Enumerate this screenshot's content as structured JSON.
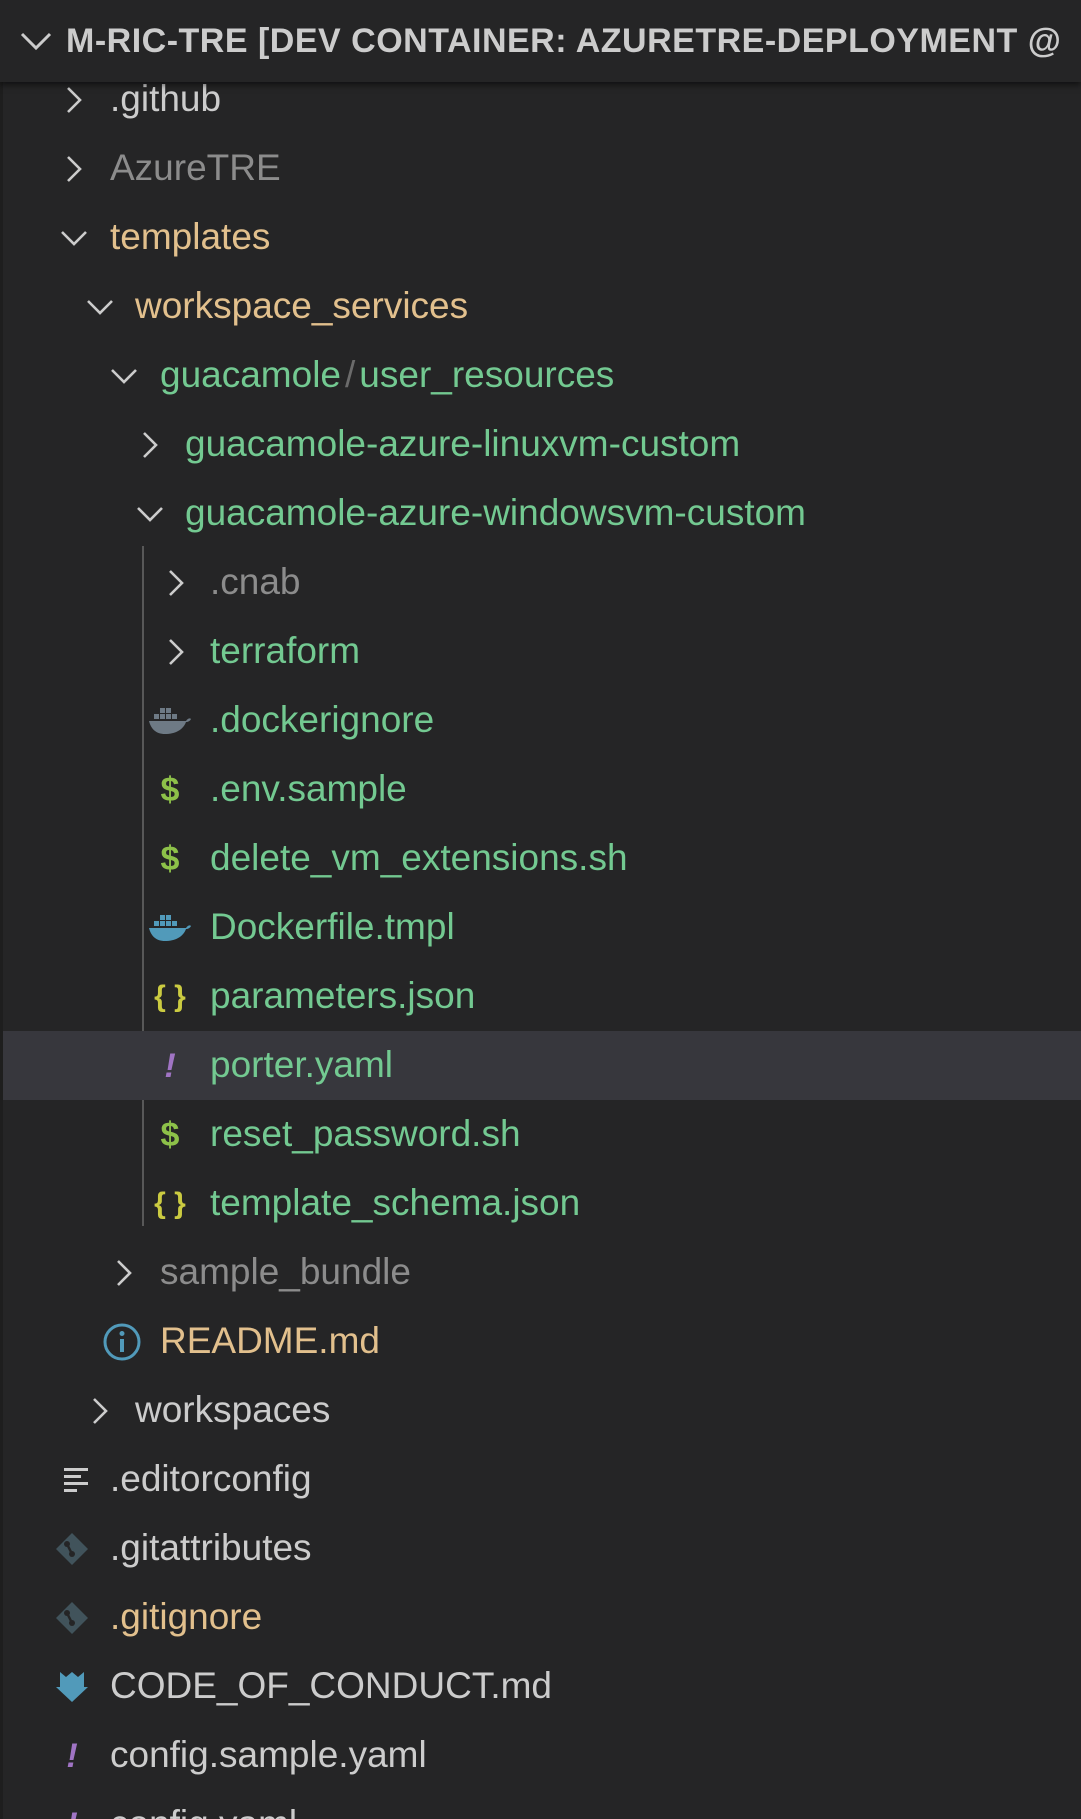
{
  "header": {
    "title": "M-RIC-TRE [DEV CONTAINER: AZURETRE-DEPLOYMENT @",
    "chevron_icon": "chevron-down-icon"
  },
  "colors": {
    "background": "#252526",
    "selected_row": "#37373d",
    "default_text": "#cccccc",
    "ignored_text": "#8c8c8c",
    "modified_text": "#e2c08d",
    "untracked_text": "#73c991",
    "shell_icon": "#8dc149",
    "json_icon": "#cbcb41",
    "yaml_icon": "#a074c4",
    "docker_icon": "#519aba",
    "info_icon": "#519aba"
  },
  "tree": {
    "items": [
      {
        "label": ".github",
        "type": "folder",
        "expanded": false,
        "status": "default"
      },
      {
        "label": "AzureTRE",
        "type": "folder",
        "expanded": false,
        "status": "ignored"
      },
      {
        "label": "templates",
        "type": "folder",
        "expanded": true,
        "status": "modified"
      },
      {
        "label": "workspace_services",
        "type": "folder",
        "expanded": true,
        "status": "modified"
      },
      {
        "label": "guacamole",
        "label_2": "user_resources",
        "separator": "/",
        "type": "folder",
        "expanded": true,
        "status": "untracked"
      },
      {
        "label": "guacamole-azure-linuxvm-custom",
        "type": "folder",
        "expanded": false,
        "status": "untracked"
      },
      {
        "label": "guacamole-azure-windowsvm-custom",
        "type": "folder",
        "expanded": true,
        "status": "untracked"
      },
      {
        "label": ".cnab",
        "type": "folder",
        "expanded": false,
        "status": "ignored"
      },
      {
        "label": "terraform",
        "type": "folder",
        "expanded": false,
        "status": "untracked"
      },
      {
        "label": ".dockerignore",
        "type": "file",
        "icon": "docker-icon",
        "status": "untracked"
      },
      {
        "label": ".env.sample",
        "type": "file",
        "icon": "dollar-shell-icon",
        "glyph": "$",
        "status": "untracked"
      },
      {
        "label": "delete_vm_extensions.sh",
        "type": "file",
        "icon": "dollar-shell-icon",
        "glyph": "$",
        "status": "untracked"
      },
      {
        "label": "Dockerfile.tmpl",
        "type": "file",
        "icon": "docker-icon",
        "status": "untracked"
      },
      {
        "label": "parameters.json",
        "type": "file",
        "icon": "json-braces-icon",
        "glyph": "{ }",
        "status": "untracked"
      },
      {
        "label": "porter.yaml",
        "type": "file",
        "icon": "yaml-exclamation-icon",
        "glyph": "!",
        "status": "untracked",
        "selected": true
      },
      {
        "label": "reset_password.sh",
        "type": "file",
        "icon": "dollar-shell-icon",
        "glyph": "$",
        "status": "untracked"
      },
      {
        "label": "template_schema.json",
        "type": "file",
        "icon": "json-braces-icon",
        "glyph": "{ }",
        "status": "untracked"
      },
      {
        "label": "sample_bundle",
        "type": "folder",
        "expanded": false,
        "status": "ignored"
      },
      {
        "label": "README.md",
        "type": "file",
        "icon": "info-icon",
        "status": "modified"
      },
      {
        "label": "workspaces",
        "type": "folder",
        "expanded": false,
        "status": "default"
      },
      {
        "label": ".editorconfig",
        "type": "file",
        "icon": "lines-config-icon",
        "status": "default"
      },
      {
        "label": ".gitattributes",
        "type": "file",
        "icon": "git-diamond-icon",
        "status": "default"
      },
      {
        "label": ".gitignore",
        "type": "file",
        "icon": "git-diamond-icon",
        "status": "modified"
      },
      {
        "label": "CODE_OF_CONDUCT.md",
        "type": "file",
        "icon": "markdown-arrow-icon",
        "status": "default"
      },
      {
        "label": "config.sample.yaml",
        "type": "file",
        "icon": "yaml-exclamation-icon",
        "glyph": "!",
        "status": "default"
      },
      {
        "label": "config.yaml",
        "type": "file",
        "icon": "yaml-exclamation-icon",
        "glyph": "!",
        "status": "default"
      }
    ]
  }
}
